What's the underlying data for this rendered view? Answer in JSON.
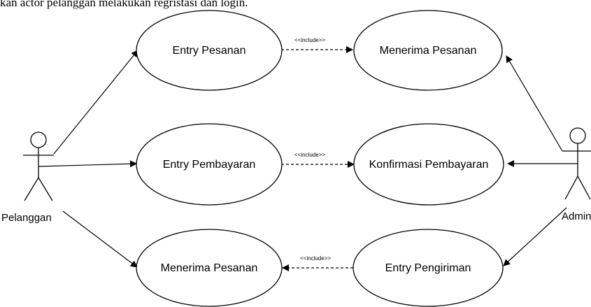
{
  "caption": "kan actor pelanggan melakukan regristasi dan login.",
  "actors": {
    "pelanggan": "Pelanggan",
    "admin": "Admin"
  },
  "use_cases": {
    "entry_pesanan": "Entry Pesanan",
    "menerima_pesanan_top": "Menerima Pesanan",
    "entry_pembayaran": "Entry Pembayaran",
    "konfirmasi_pembayaran": "Konfirmasi Pembayaran",
    "menerima_pesanan_bottom": "Menerima Pesanan",
    "entry_pengiriman": "Entry Pengiriman"
  },
  "include_label": "<<include>>",
  "colors": {
    "stroke": "#000000",
    "fill": "#ffffff"
  }
}
